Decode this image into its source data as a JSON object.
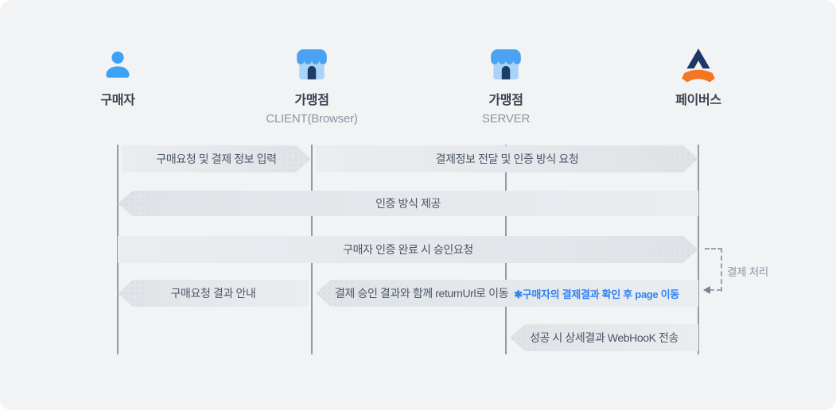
{
  "diagram": {
    "title_hint": "payment sequence flow",
    "actors": [
      {
        "name": "구매자",
        "sub": "",
        "icon": "person-icon"
      },
      {
        "name": "가맹점",
        "sub": "CLIENT(Browser)",
        "icon": "store-icon"
      },
      {
        "name": "가맹점",
        "sub": "SERVER",
        "icon": "store-icon"
      },
      {
        "name": "페이버스",
        "sub": "",
        "icon": "payverse-logo-icon"
      }
    ],
    "messages": [
      {
        "label": "구매요청 및 결제 정보 입력",
        "from": "구매자",
        "to": "가맹점 CLIENT(Browser)",
        "direction": "right"
      },
      {
        "label": "결제정보 전달 및 인증 방식 요청",
        "from": "가맹점 CLIENT(Browser)",
        "to": "페이버스",
        "direction": "right"
      },
      {
        "label": "인증 방식 제공",
        "from": "페이버스",
        "to": "구매자",
        "direction": "left"
      },
      {
        "label": "구매자 인증 완료 시 승인요청",
        "from": "구매자",
        "to": "페이버스",
        "direction": "right"
      },
      {
        "label": "구매요청 결과 안내",
        "from": "가맹점 CLIENT(Browser)",
        "to": "구매자",
        "direction": "left"
      },
      {
        "label": "결제 승인 결과와 함께 returnUrl로 이동",
        "note": "✱구매자의 결제결과 확인 후 page 이동",
        "from": "페이버스",
        "to": "가맹점 CLIENT(Browser)",
        "direction": "left"
      },
      {
        "label": "성공 시 상세결과 WebHooK 전송",
        "from": "페이버스",
        "to": "가맹점 SERVER",
        "direction": "left"
      }
    ],
    "annotation": {
      "label": "결제 처리"
    },
    "colors": {
      "panel_bg": "#f1f3f5",
      "arrow_fill": "#e3e6ea",
      "lifeline": "#949ba8",
      "text_primary": "#3a4250",
      "text_secondary": "#8c96a3",
      "message_text": "#4c5666",
      "accent_blue": "#3182f6",
      "icon_blue": "#3da2f5",
      "store_body_blue": "#a9d3f8",
      "store_door_navy": "#1c3d66",
      "logo_navy": "#1d3867",
      "logo_orange": "#f47621"
    }
  }
}
